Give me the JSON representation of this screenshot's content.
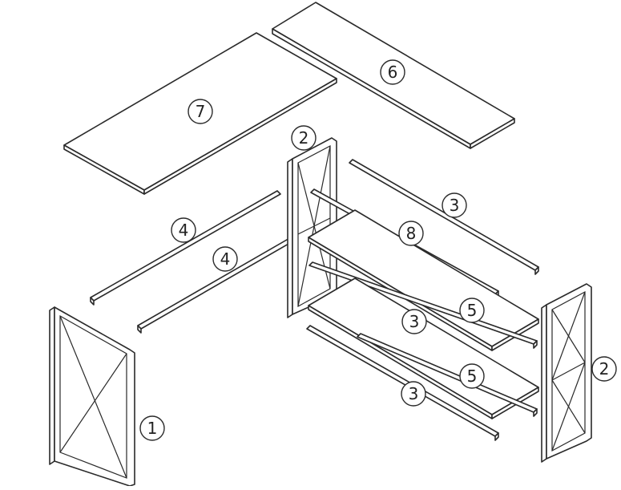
{
  "diagram": {
    "parts": [
      {
        "id": "part-1",
        "label": "1"
      },
      {
        "id": "part-2-left",
        "label": "2"
      },
      {
        "id": "part-2-right",
        "label": "2"
      },
      {
        "id": "part-3-top",
        "label": "3"
      },
      {
        "id": "part-3-mid",
        "label": "3"
      },
      {
        "id": "part-3-low",
        "label": "3"
      },
      {
        "id": "part-4-a",
        "label": "4"
      },
      {
        "id": "part-4-b",
        "label": "4"
      },
      {
        "id": "part-5-a",
        "label": "5"
      },
      {
        "id": "part-5-b",
        "label": "5"
      },
      {
        "id": "part-6",
        "label": "6"
      },
      {
        "id": "part-7",
        "label": "7"
      },
      {
        "id": "part-8",
        "label": "8"
      }
    ],
    "line_color": "#2a2a2a",
    "background": "#ffffff"
  }
}
